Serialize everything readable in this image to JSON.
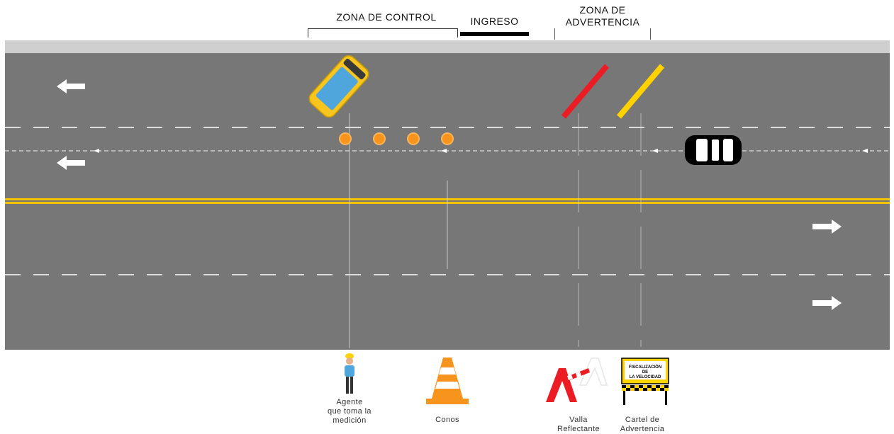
{
  "zones": {
    "control": "ZONA DE CONTROL",
    "ingreso": "INGRESO",
    "warning_line1": "ZONA DE",
    "warning_line2": "ADVERTENCIA"
  },
  "legend": {
    "agent": [
      "Agente",
      "que toma la",
      "medición"
    ],
    "cones": [
      "Conos"
    ],
    "barrier": [
      "Valla",
      "Reflectante"
    ],
    "sign": [
      "Cartel de",
      "Advertencia"
    ]
  },
  "sign_text": [
    "FISCALIZACIÓN",
    "DE",
    "LA VELOCIDAD"
  ],
  "colors": {
    "road": "#787777",
    "shoulder": "#cfcfcf",
    "center_line": "#f4c400",
    "cone": "#f7941d",
    "barrier_red": "#ec1c24",
    "barrier_yellow": "#ffd200",
    "patrol_car": "#f7c51e",
    "car_window": "#4ea6dc"
  },
  "icons": [
    "left-arrow-icon",
    "right-arrow-icon",
    "patrol-car-icon",
    "car-icon",
    "agent-icon",
    "cone-icon",
    "barrier-icon",
    "sign-icon"
  ]
}
